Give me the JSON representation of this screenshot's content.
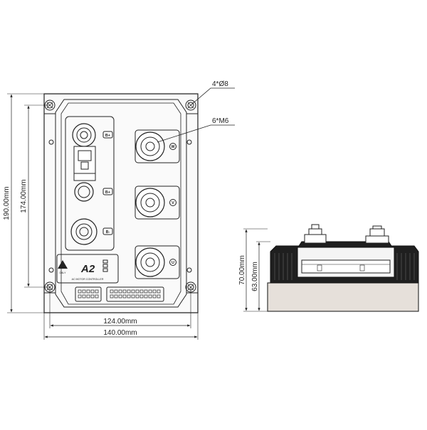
{
  "front_view": {
    "callouts": {
      "mounting_holes": "4*Ø8",
      "terminal_bolts": "6*M6"
    },
    "dimensions": {
      "height_outer": "190.00mm",
      "height_inner": "174.00mm",
      "width_inner": "124.00mm",
      "width_outer": "140.00mm"
    },
    "label_panel": {
      "brand": "DALY",
      "model": "A2",
      "caption": "AC MOTOR CONTROLLER"
    },
    "terminal_labels": [
      "B+",
      "B+",
      "B-",
      "W",
      "V",
      "U"
    ]
  },
  "side_view": {
    "dimensions": {
      "height_outer": "70.00mm",
      "height_inner": "63.00mm"
    }
  },
  "colors": {
    "line": "#222222",
    "fill_light": "#f4f4f4",
    "fill_dark": "#1a1a1a",
    "base_fill": "#e6e0da"
  }
}
